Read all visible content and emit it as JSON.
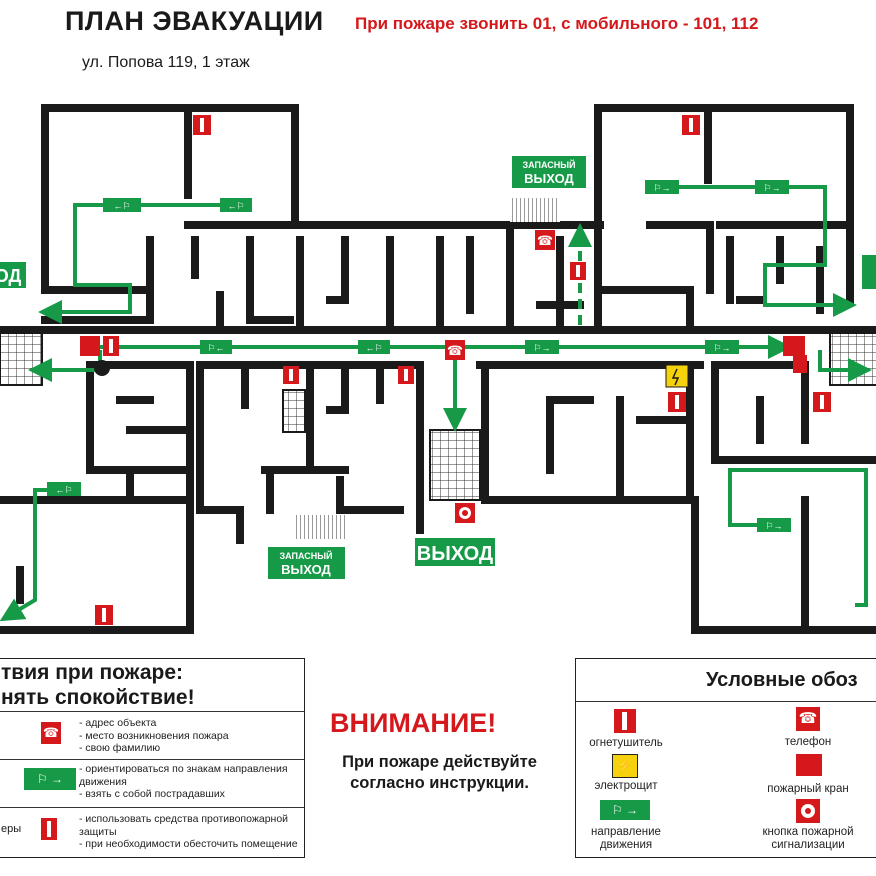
{
  "header": {
    "title": "ПЛАН ЭВАКУАЦИИ",
    "phone_note": "При пожаре звонить 01, с мобильного - 101, 112",
    "address": "ул. Попова 119, 1 этаж"
  },
  "plan": {
    "exit_main": "ВЫХОД",
    "exit_left_partial": "ОД",
    "spare_exit_top": [
      "ЗАПАСНЫЙ",
      "ВЫХОД"
    ],
    "spare_exit_bottom": [
      "ЗАПАСНЫЙ",
      "ВЫХОД"
    ]
  },
  "instructions": {
    "heading_line1": "твия при пожаре:",
    "heading_line2": "нять спокойствие!",
    "rows": [
      {
        "lines": [
          "- адрес объекта",
          "- место возникновения пожара",
          "- свою фамилию"
        ],
        "icon": "phone-icon"
      },
      {
        "lines": [
          "- ориентироваться по знакам направления",
          "движения",
          "- взять с собой пострадавших"
        ],
        "icon": "exit-direction-icon"
      },
      {
        "left_fragment": "еры",
        "lines": [
          "- использовать средства противопожарной",
          "защиты",
          "- при необходимости обесточить помещение"
        ],
        "icon": "extinguisher-icon"
      }
    ]
  },
  "warning": {
    "title": "ВНИМАНИЕ!",
    "text": "При пожаре действуйте согласно инструкции."
  },
  "legend": {
    "title": "Условные обоз",
    "items": [
      {
        "label": "огнетушитель",
        "icon": "extinguisher-icon"
      },
      {
        "label": "телефон",
        "icon": "phone-icon"
      },
      {
        "label": "электрощит",
        "icon": "electrical-panel-icon"
      },
      {
        "label": "пожарный кран",
        "icon": "fire-hydrant-icon"
      },
      {
        "label": "направление движения",
        "icon": "exit-direction-icon"
      },
      {
        "label": "кнопка пожарной сигнализации",
        "icon": "fire-alarm-button-icon"
      }
    ]
  },
  "colors": {
    "wall": "#1a1a1a",
    "route": "#179a48",
    "fire_red": "#d4181c",
    "warning_yellow": "#f6d20c"
  }
}
